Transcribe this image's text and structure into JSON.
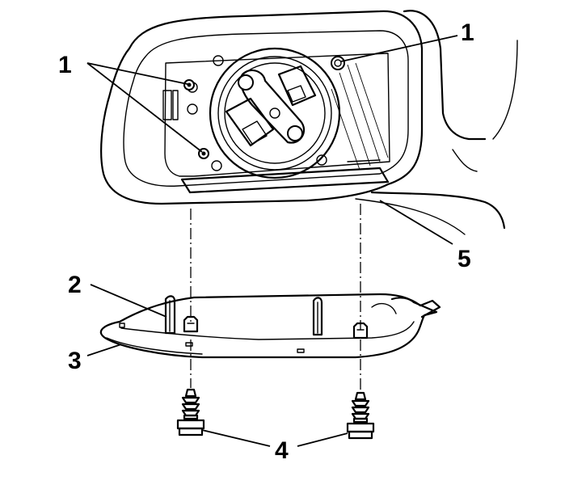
{
  "callouts": {
    "mirror_screws_left": "1",
    "mirror_screw_right": "1",
    "cover_clip": "2",
    "lower_cover": "3",
    "cover_screws": "4",
    "mirror_housing": "5"
  },
  "colors": {
    "line": "#000000",
    "background": "#ffffff"
  }
}
